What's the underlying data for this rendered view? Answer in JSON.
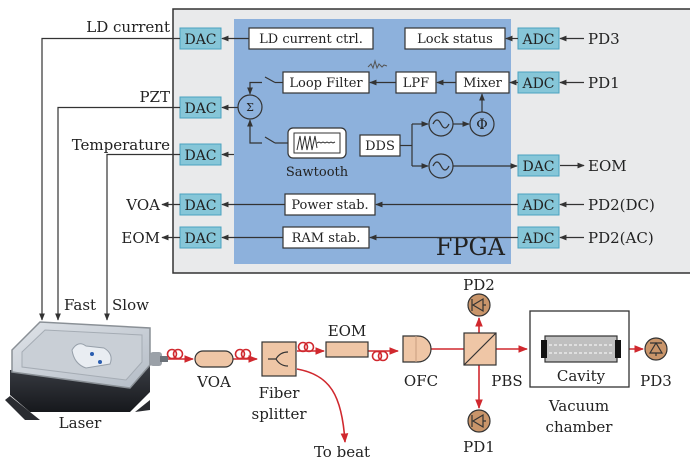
{
  "colors": {
    "fpga_outer": "#e9eaeb",
    "fpga_inner": "#8db1dc",
    "converter": "#86c6d8",
    "optic_component": "#efc6a6",
    "fiber": "#d0282e",
    "line": "#333333",
    "detector": "#c9956a",
    "cavity": "#bfbfbf"
  },
  "fpga": {
    "label": "FPGA",
    "left_dacs": [
      {
        "label": "DAC",
        "signal": "LD current"
      },
      {
        "label": "DAC",
        "signal": "PZT"
      },
      {
        "label": "DAC",
        "signal": "Temperature"
      },
      {
        "label": "DAC",
        "signal": "VOA"
      },
      {
        "label": "DAC",
        "signal": "EOM"
      }
    ],
    "right_ports": [
      {
        "label": "ADC",
        "signal": "PD3"
      },
      {
        "label": "ADC",
        "signal": "PD1"
      },
      {
        "label": "DAC",
        "signal": "EOM"
      },
      {
        "label": "ADC",
        "signal": "PD2(DC)"
      },
      {
        "label": "ADC",
        "signal": "PD2(AC)"
      }
    ],
    "blocks": {
      "ld_current_ctrl": "LD current ctrl.",
      "lock_status": "Lock status",
      "loop_filter": "Loop Filter",
      "lpf": "LPF",
      "mixer": "Mixer",
      "sum": "Σ",
      "phase": "Φ",
      "dds": "DDS",
      "sawtooth": "Sawtooth",
      "power_stab": "Power stab.",
      "ram_stab": "RAM stab."
    }
  },
  "laser_inputs": {
    "fast": "Fast",
    "slow": "Slow"
  },
  "optics": {
    "laser": "Laser",
    "voa": "VOA",
    "fiber_splitter_line1": "Fiber",
    "fiber_splitter_line2": "splitter",
    "to_beat": "To beat",
    "eom": "EOM",
    "ofc": "OFC",
    "pbs": "PBS",
    "pd1": "PD1",
    "pd2": "PD2",
    "pd3": "PD3",
    "cavity": "Cavity",
    "vacuum_line1": "Vacuum",
    "vacuum_line2": "chamber"
  }
}
